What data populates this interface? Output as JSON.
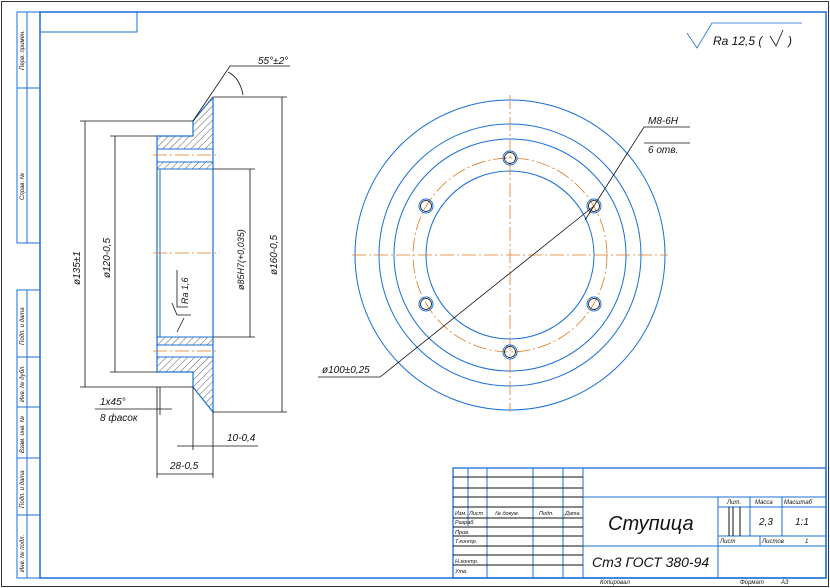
{
  "roughness": {
    "general": "Ra 12,5 (",
    "general_suffix": ")",
    "bore": "Ra 1,6"
  },
  "side_view": {
    "angle": "55°±2°",
    "d135": "ø135±1",
    "d120": "ø120-0,5",
    "d85": "ø85H7(+0,035)",
    "d160": "ø160-0,5",
    "chamfer": "1x45°",
    "chamfer_count": "8 фасок",
    "len10": "10-0,4",
    "len28": "28-0,5"
  },
  "front_view": {
    "thread": "M8-6H",
    "thread_count": "6 отв.",
    "pcd": "ø100±0,25"
  },
  "left_strip": [
    "Перв. примен.",
    "Справ. №",
    "Подп. и дата",
    "Инв. № дубл.",
    "Взам. инв. №",
    "Подп. и дата",
    "Инв. № подл."
  ],
  "title_block": {
    "name": "Ступица",
    "material": "Ст3 ГОСТ 380-94",
    "headers": [
      "Изм.",
      "Лист",
      "№ докум.",
      "Подп.",
      "Дата"
    ],
    "roles": [
      "Разраб.",
      "Пров.",
      "Т.контр.",
      "Н.контр.",
      "Утв."
    ],
    "lit_label": "Лит.",
    "mass_label": "Масса",
    "scale_label": "Масштаб",
    "mass": "2,3",
    "scale": "1:1",
    "sheet_label": "Лист",
    "sheets_label": "Листов",
    "sheets": "1",
    "copied": "Копировал",
    "format_label": "Формат",
    "format": "А3"
  },
  "colors": {
    "frame": "#1a6fd6",
    "center": "#e07a1f",
    "dim": "#111111"
  }
}
